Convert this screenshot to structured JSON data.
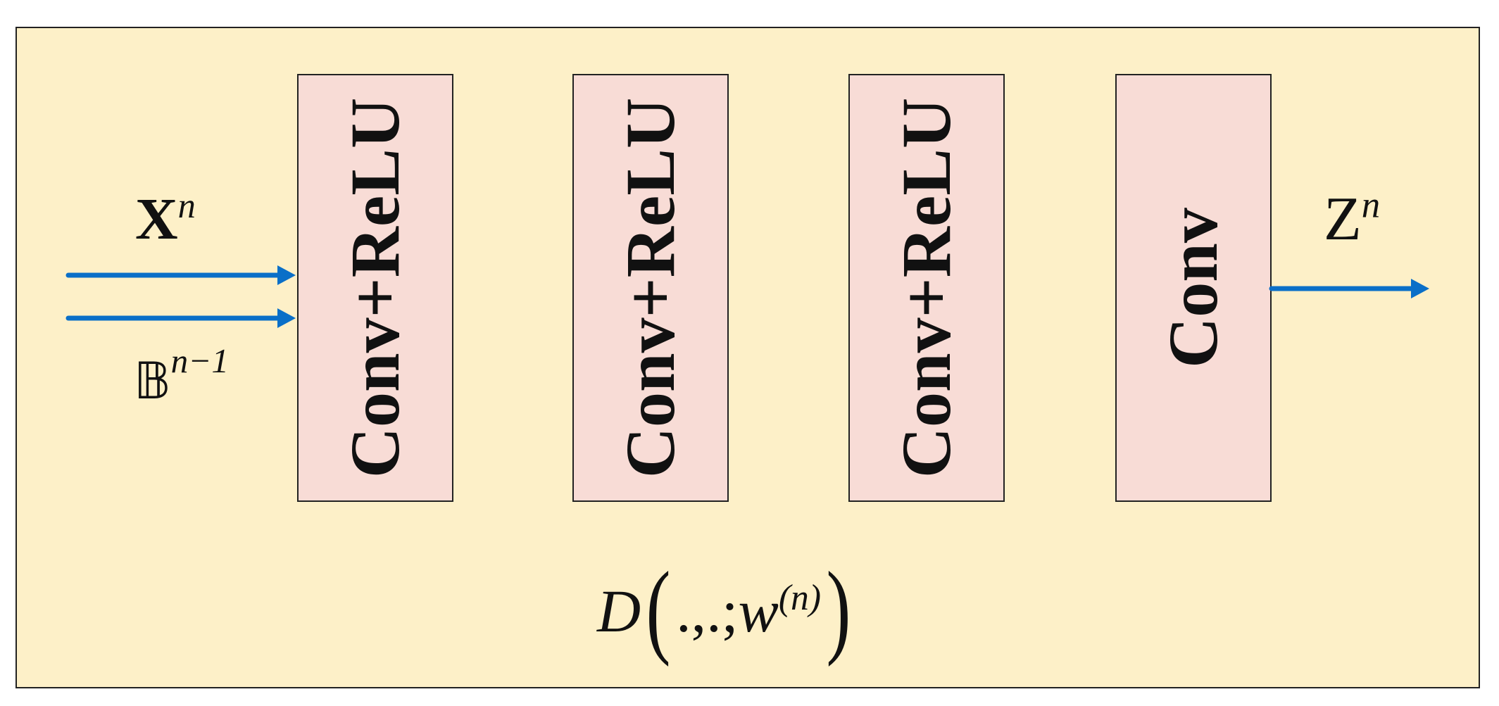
{
  "colors": {
    "panel_background": "#fdf0c8",
    "block_fill": "#f8dcd6",
    "arrow": "#0a6fc8",
    "border": "#222222"
  },
  "inputs": {
    "x_symbol": "X",
    "x_superscript": "n",
    "b_symbol": "𝔹",
    "b_superscript": "n−1"
  },
  "blocks": [
    {
      "label": "Conv+ReLU"
    },
    {
      "label": "Conv+ReLU"
    },
    {
      "label": "Conv+ReLU"
    },
    {
      "label": "Conv"
    }
  ],
  "output": {
    "z_symbol": "Z",
    "z_superscript": "n"
  },
  "function": {
    "name": "D",
    "open_paren": "(",
    "args": ".,.;",
    "weight": "w",
    "weight_superscript": "(n)",
    "close_paren": ")"
  }
}
